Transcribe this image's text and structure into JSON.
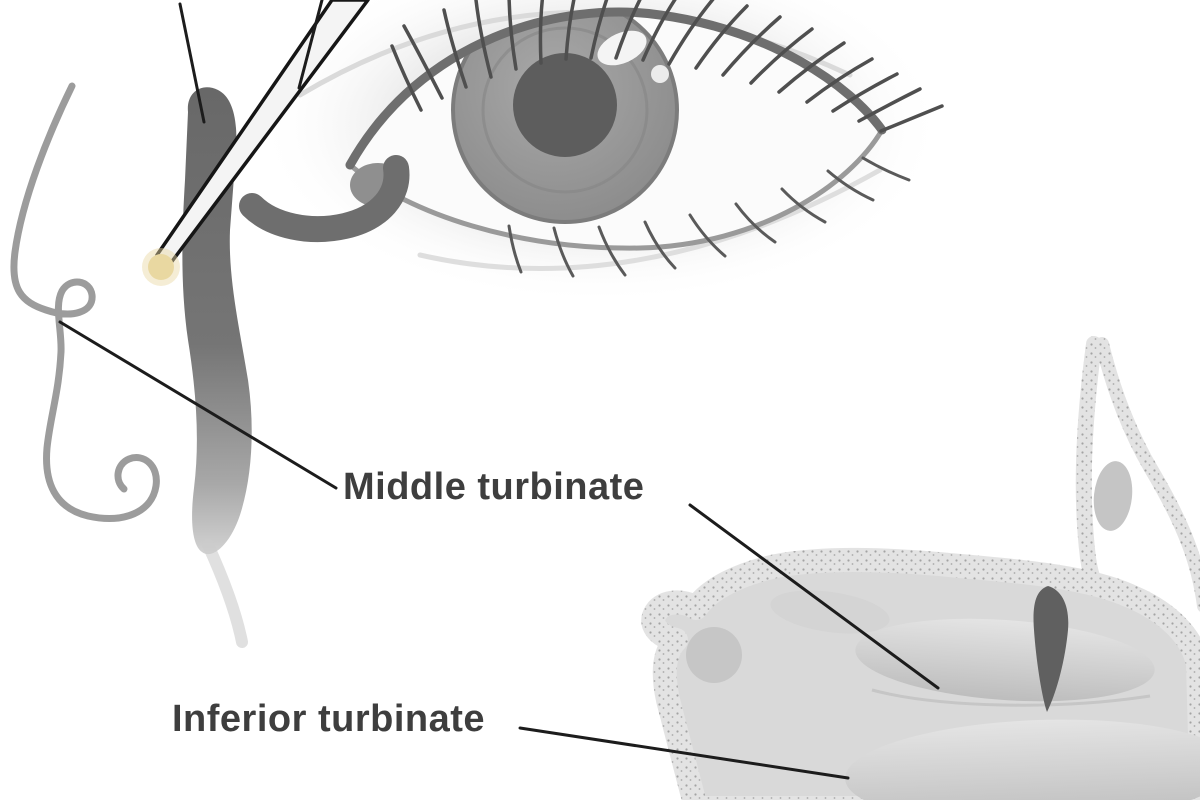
{
  "figure": {
    "labels": {
      "middle_turbinate": "Middle turbinate",
      "inferior_turbinate": "Inferior turbinate"
    },
    "colors": {
      "background": "#ffffff",
      "line_ink": "#1c1c1c",
      "label_text": "#3e3e3e",
      "probe_outline": "#161616",
      "probe_entry_dot": "#e9d8a1",
      "lacrimal_sac": "#6b6b6b",
      "nose_outline": "#9c9c9c",
      "iris": "#989898",
      "pupil": "#5d5d5d",
      "tissue_fill": "#d9d9d9",
      "bone_stipple": "#a3a3a3"
    },
    "parts": [
      "eye-illustration",
      "lacrimal-probe",
      "lacrimal-sac",
      "nose-profile",
      "nasal-cross-section"
    ]
  }
}
